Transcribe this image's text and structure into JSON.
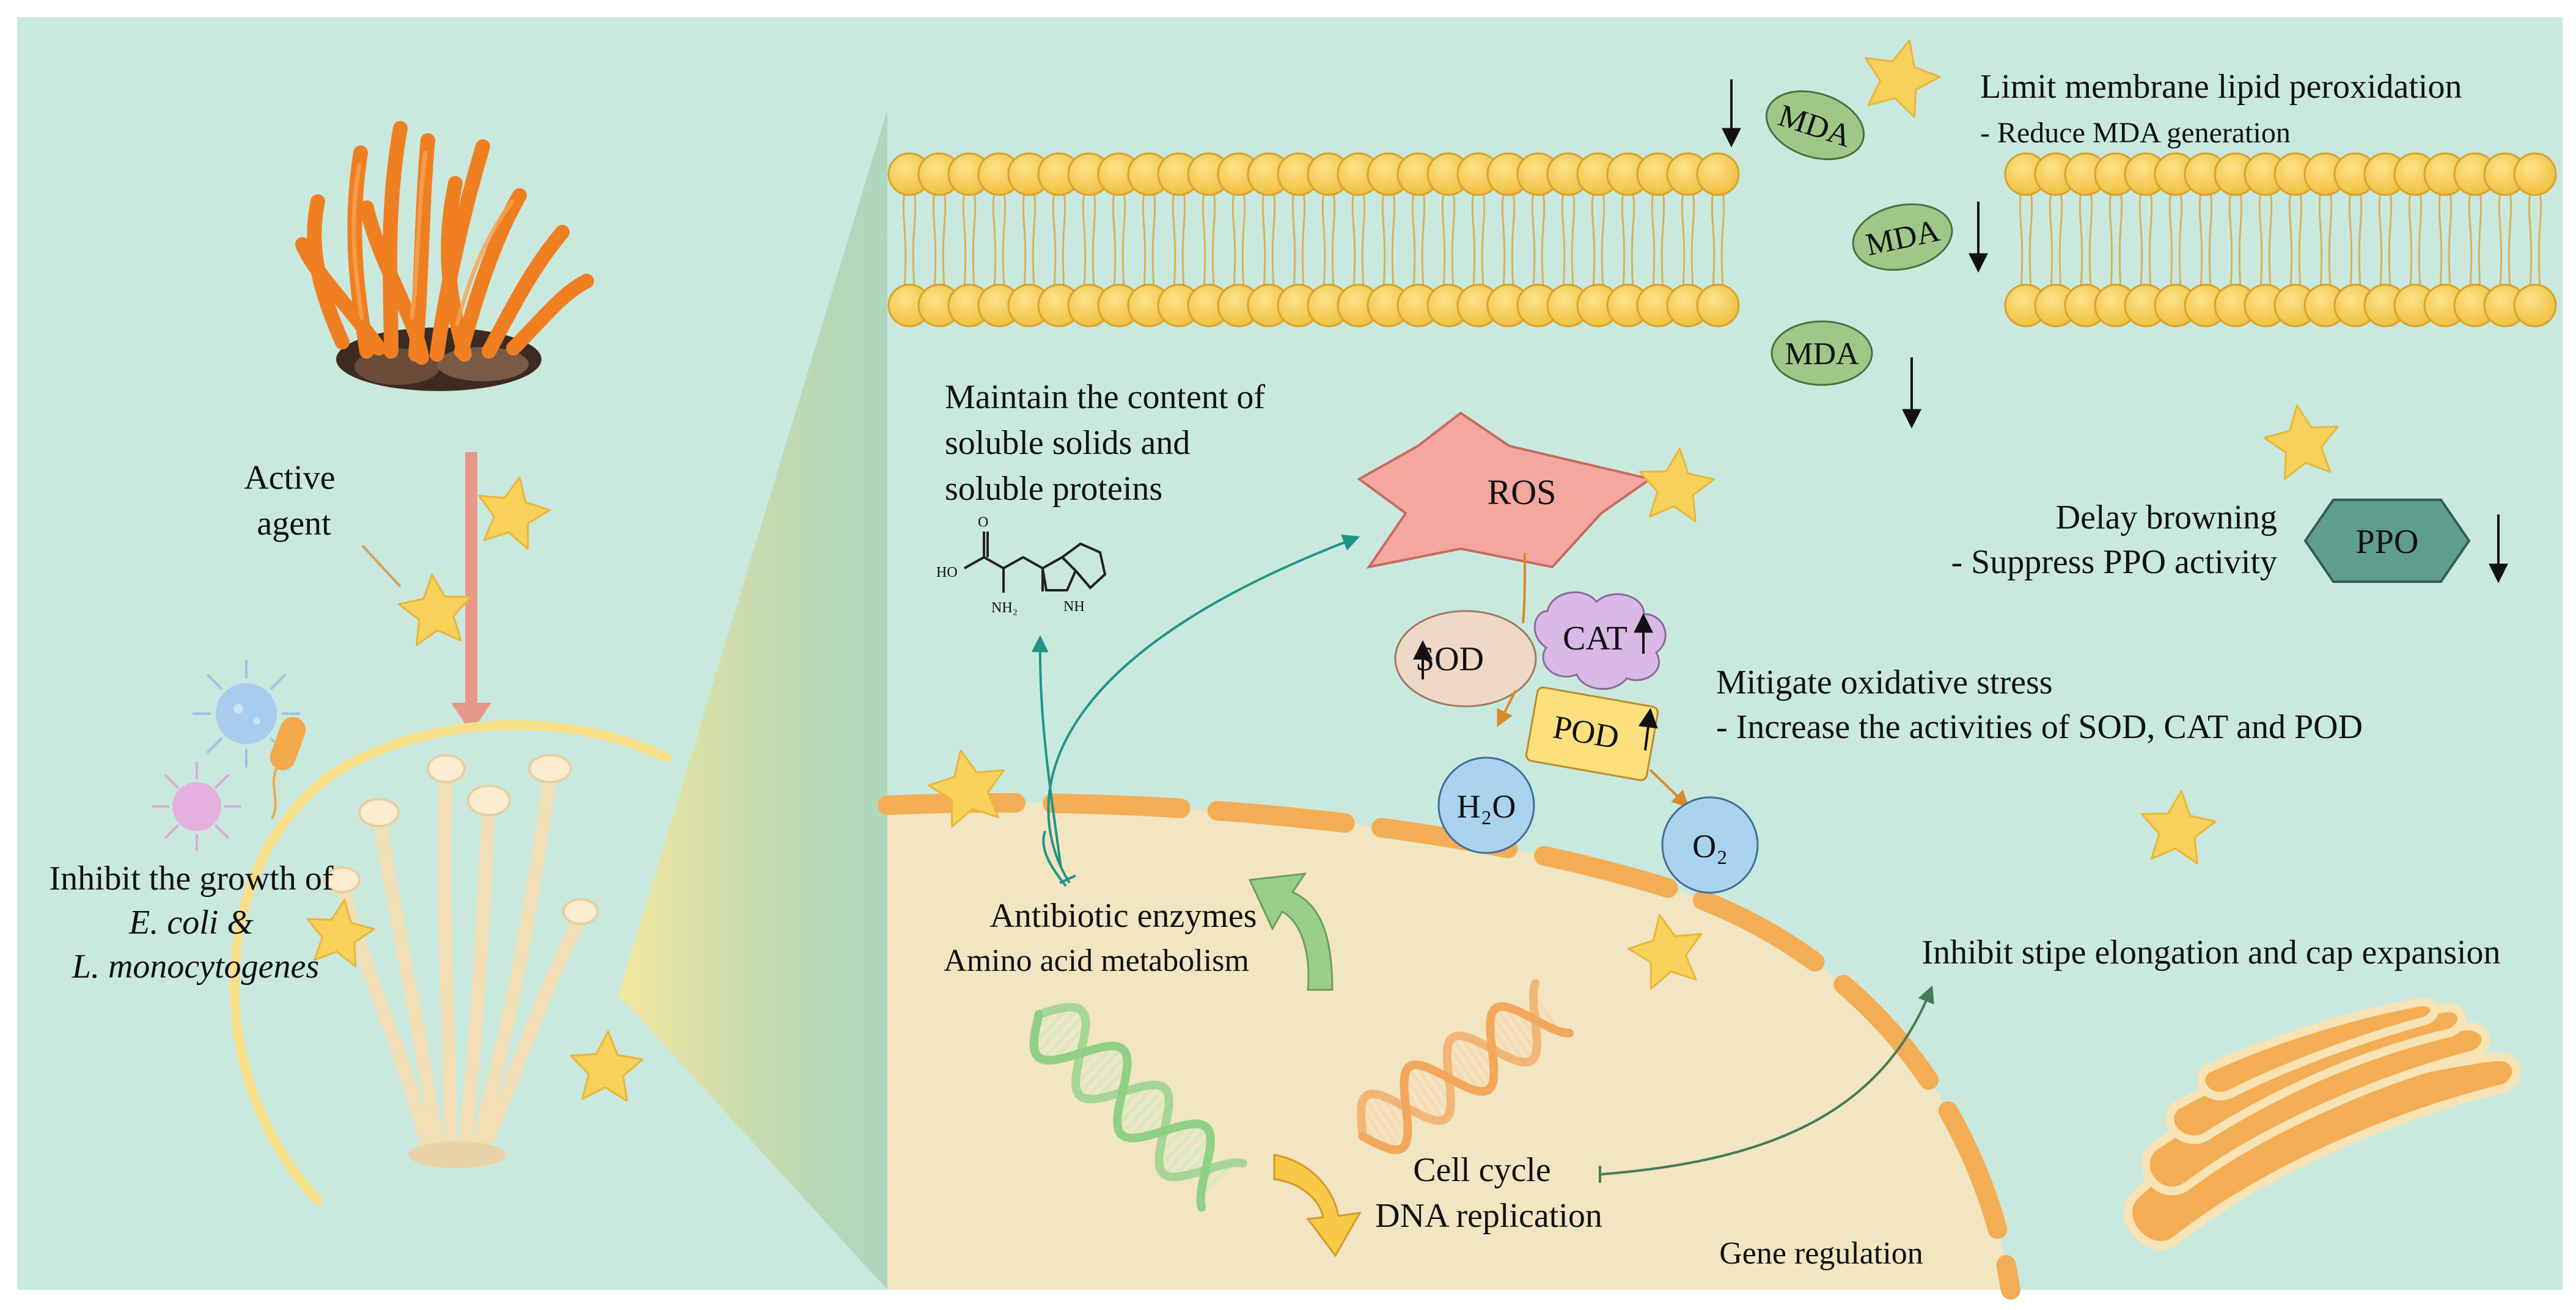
{
  "diagram": {
    "left_panel": {
      "active_agent_lines": [
        "Active",
        "agent"
      ],
      "inhibit_growth_line1": "Inhibit the growth of",
      "inhibit_growth_ecoli": "E. coli &",
      "inhibit_growth_listeria": "L. monocytogenes"
    },
    "membrane": {
      "mda_label": "MDA",
      "lipid_title": "Limit membrane lipid peroxidation",
      "lipid_sub": "- Reduce MDA generation"
    },
    "solids": {
      "lines": [
        "Maintain the content of",
        "soluble solids and",
        "soluble proteins"
      ],
      "molecule": {
        "oh": "HO",
        "o": "O",
        "nh2_a": "NH₂",
        "nh_b": "NH"
      }
    },
    "ros": {
      "label": "ROS"
    },
    "enzymes": {
      "sod": "SOD",
      "cat": "CAT",
      "pod": "POD",
      "h2o": "H₂O",
      "o2": "O₂"
    },
    "browning": {
      "title": "Delay browning",
      "sub": "- Suppress PPO activity",
      "ppo": "PPO"
    },
    "oxidative": {
      "title": "Mitigate oxidative stress",
      "sub": "- Increase the activities of  SOD, CAT and POD"
    },
    "nucleus": {
      "antibiotic": "Antibiotic enzymes",
      "amino_acid": "Amino acid metabolism",
      "cell_cycle": "Cell cycle",
      "dna_replication": "DNA replication",
      "gene_regulation": "Gene regulation"
    },
    "stipe": {
      "label": "Inhibit stipe elongation and cap expansion"
    },
    "colors": {
      "background": "#c9e9df",
      "cell": "#f2e5c2",
      "membrane_head": "#f7c948",
      "mda": "#9fc788",
      "ros": "#f4a79d",
      "sod": "#efd8c6",
      "cat": "#d9b8e6",
      "pod": "#fde07e",
      "water": "#a9d2ef",
      "ppo": "#5f9e8e",
      "star": "#f9d25b",
      "mushroom_orange": "#f07f22",
      "dna_green": "#8fcf86",
      "dna_orange": "#f2a75c",
      "arrow_teal": "#219587",
      "arrow_green": "#447c56",
      "arrow_orange": "#d98a2b"
    }
  }
}
